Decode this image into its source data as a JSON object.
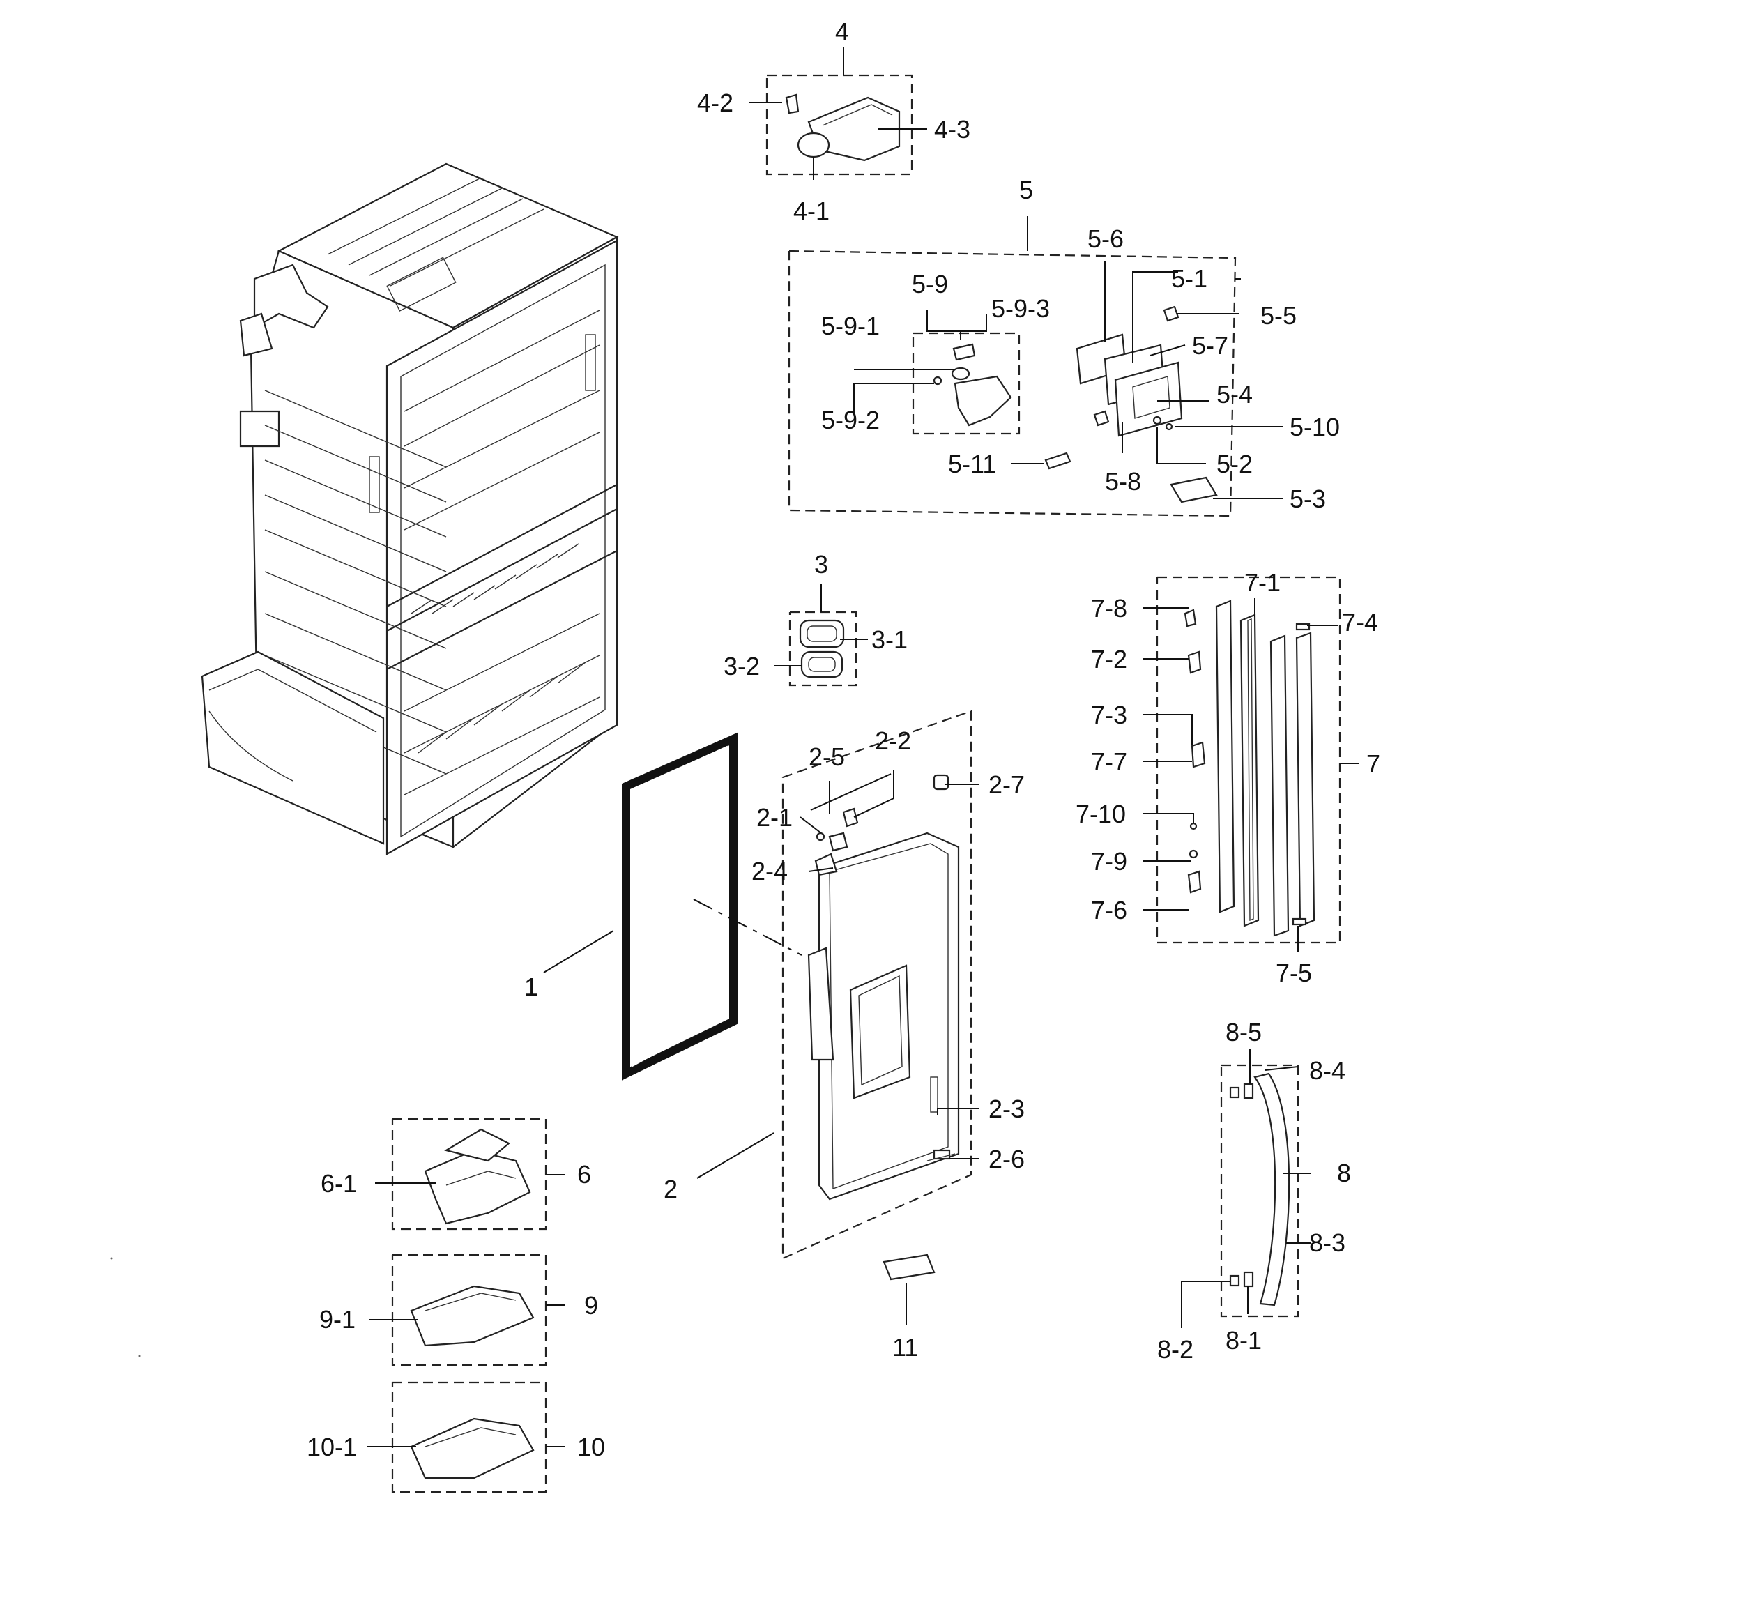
{
  "diagram": {
    "callouts": {
      "c1": "1",
      "c2": "2",
      "c2_1": "2-1",
      "c2_2": "2-2",
      "c2_3": "2-3",
      "c2_4": "2-4",
      "c2_5": "2-5",
      "c2_6": "2-6",
      "c2_7": "2-7",
      "c3": "3",
      "c3_1": "3-1",
      "c3_2": "3-2",
      "c4": "4",
      "c4_1": "4-1",
      "c4_2": "4-2",
      "c4_3": "4-3",
      "c5": "5",
      "c5_1": "5-1",
      "c5_2": "5-2",
      "c5_3": "5-3",
      "c5_4": "5-4",
      "c5_5": "5-5",
      "c5_6": "5-6",
      "c5_7": "5-7",
      "c5_8": "5-8",
      "c5_9": "5-9",
      "c5_9_1": "5-9-1",
      "c5_9_2": "5-9-2",
      "c5_9_3": "5-9-3",
      "c5_10": "5-10",
      "c5_11": "5-11",
      "c6": "6",
      "c6_1": "6-1",
      "c7": "7",
      "c7_1": "7-1",
      "c7_2": "7-2",
      "c7_3": "7-3",
      "c7_4": "7-4",
      "c7_5": "7-5",
      "c7_6": "7-6",
      "c7_7": "7-7",
      "c7_8": "7-8",
      "c7_9": "7-9",
      "c7_10": "7-10",
      "c8": "8",
      "c8_1": "8-1",
      "c8_2": "8-2",
      "c8_3": "8-3",
      "c8_4": "8-4",
      "c8_5": "8-5",
      "c9": "9",
      "c9_1": "9-1",
      "c10": "10",
      "c10_1": "10-1",
      "c11": "11"
    }
  }
}
